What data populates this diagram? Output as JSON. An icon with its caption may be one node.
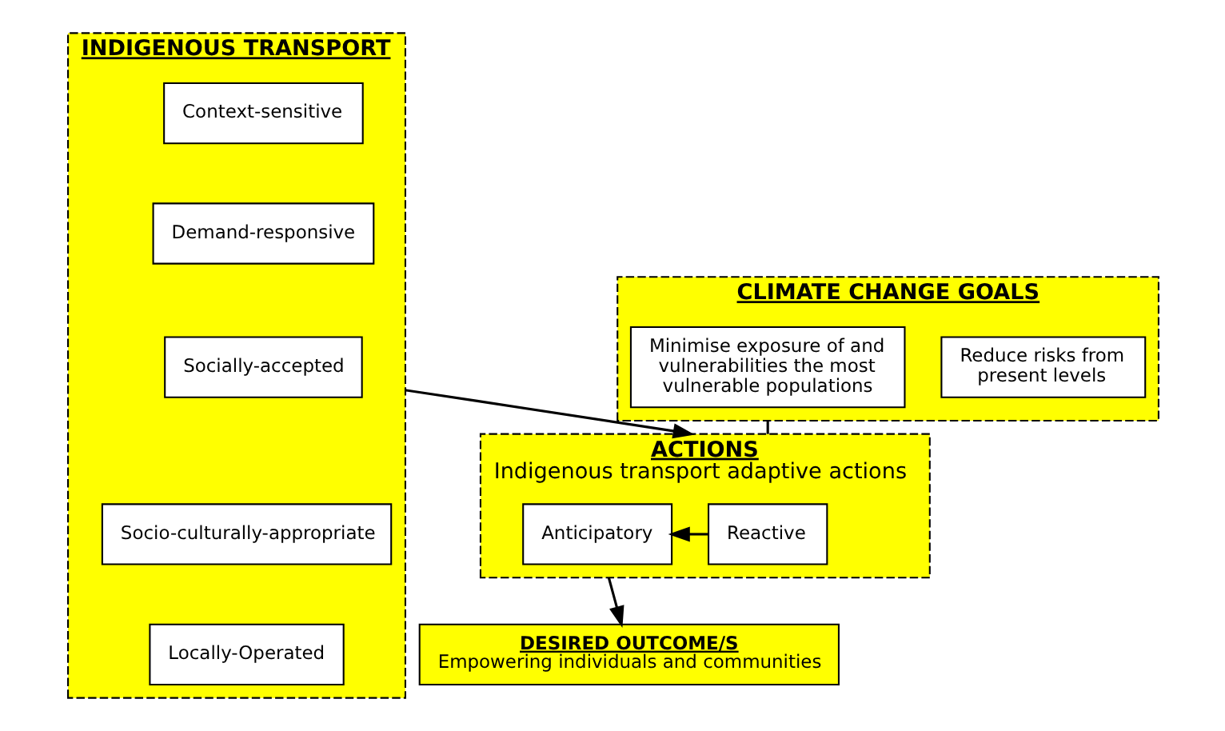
{
  "diagram": {
    "nodes": [
      {
        "text": [
          "INDIGENOUS TRANSPORT"
        ]
      },
      {
        "text": [
          "Context-sensitive"
        ],
        "in": 0
      },
      {
        "text": [
          "Demand-responsive"
        ],
        "in": 0
      },
      {
        "text": [
          "Socially-accepted"
        ],
        "in": 0
      },
      {
        "text": [
          "Socio-culturally-appropriate"
        ],
        "in": 0
      },
      {
        "text": [
          "Locally-Operated"
        ],
        "in": 0
      },
      {
        "text": [
          "CLIMATE CHANGE GOALS"
        ]
      },
      {
        "text": [
          "Reduce risks from present levels"
        ],
        "in": 6
      },
      {
        "text": [
          "Minimise exposure of and vulnerabilities the most vulnerable populations"
        ],
        "in": 6
      },
      {
        "text": [
          "ACTIONS",
          "Indigenous transport adaptive actions"
        ]
      },
      {
        "text": [
          "Reactive"
        ],
        "in": 9
      },
      {
        "text": [
          "Anticipatory"
        ],
        "in": 9
      },
      {
        "text": [
          "DESIRED OUTCOME/S",
          "Empowering individuals and communities"
        ]
      }
    ],
    "edges": [
      {
        "from": 0,
        "to": 9,
        "arrow": "to"
      },
      {
        "from": 6,
        "to": 9,
        "arrow": "none"
      },
      {
        "from": 10,
        "to": 11,
        "arrow": "to"
      },
      {
        "from": 9,
        "to": 12,
        "arrow": "to"
      }
    ]
  }
}
